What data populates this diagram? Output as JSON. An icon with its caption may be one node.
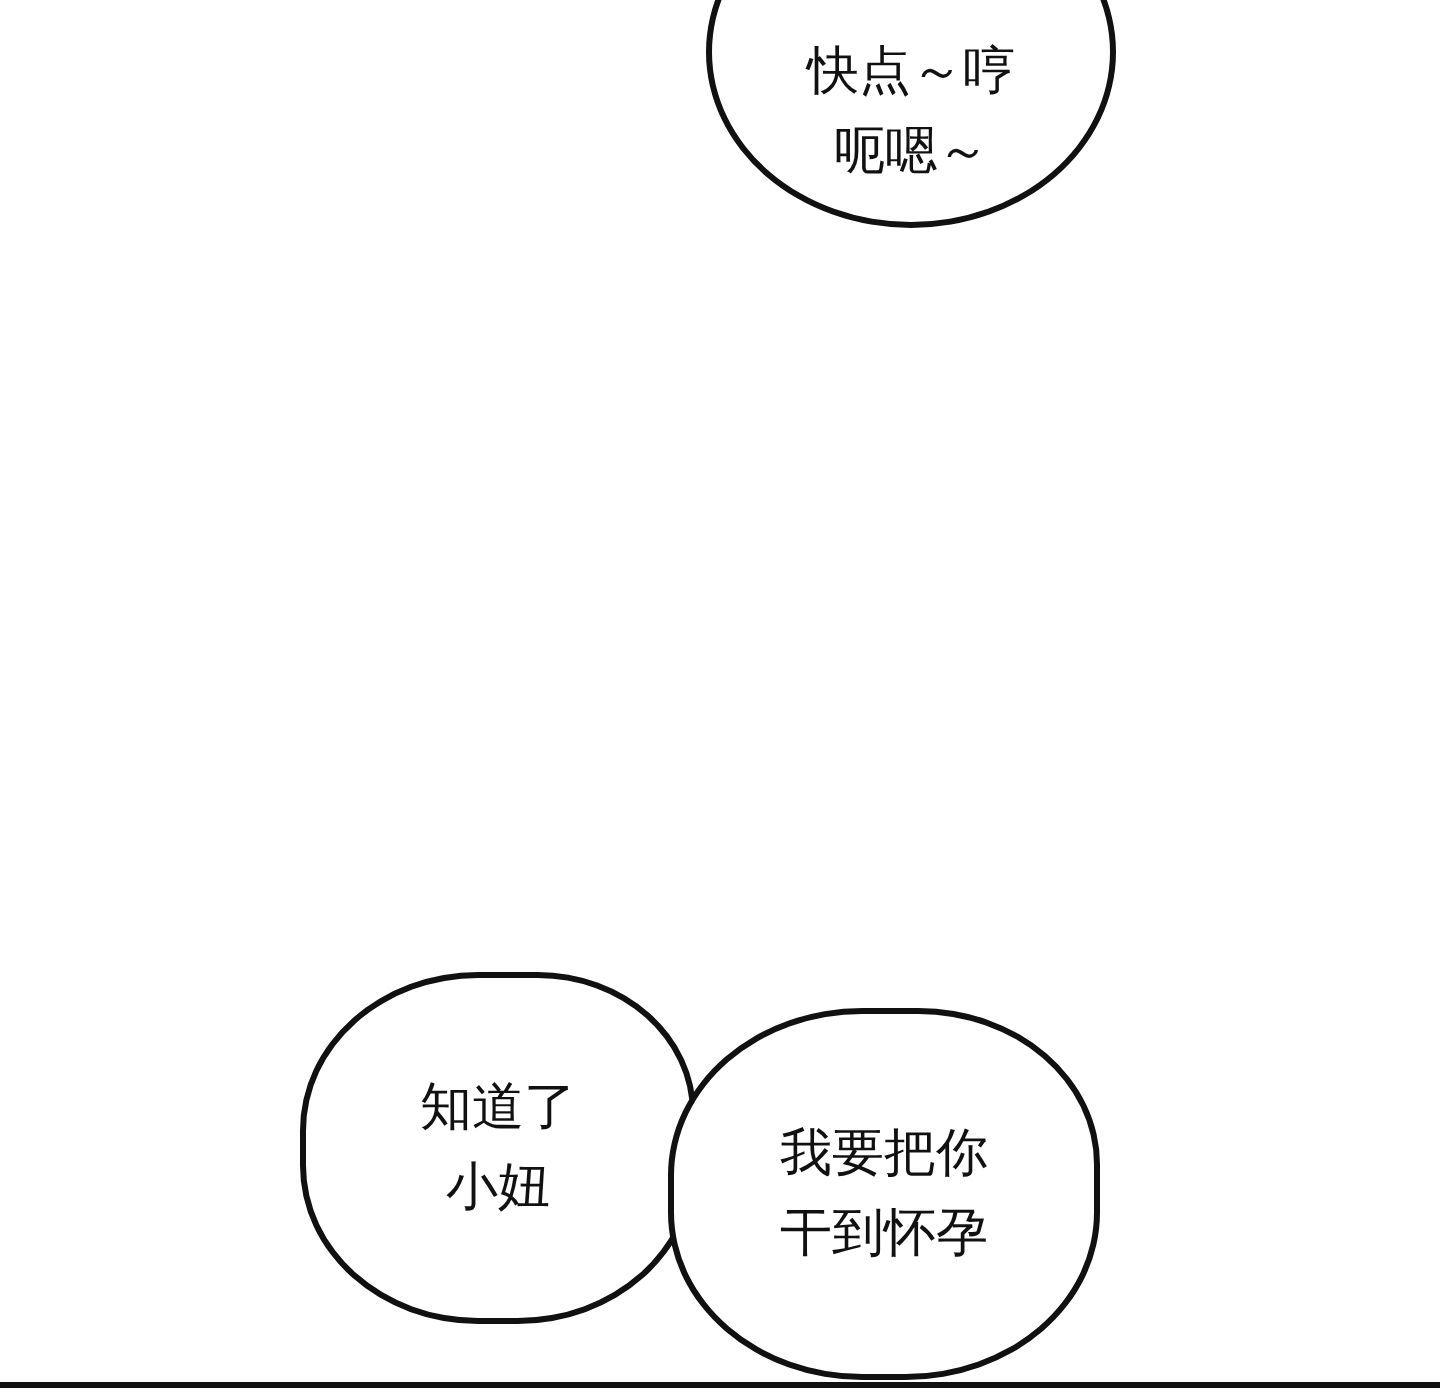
{
  "diagram": {
    "nodes": [
      {
        "text": [
          "快点～哼呃嗯～"
        ]
      },
      {
        "text": [
          "知道了小妞"
        ]
      },
      {
        "text": [
          "我要把你干到怀孕"
        ]
      }
    ]
  }
}
